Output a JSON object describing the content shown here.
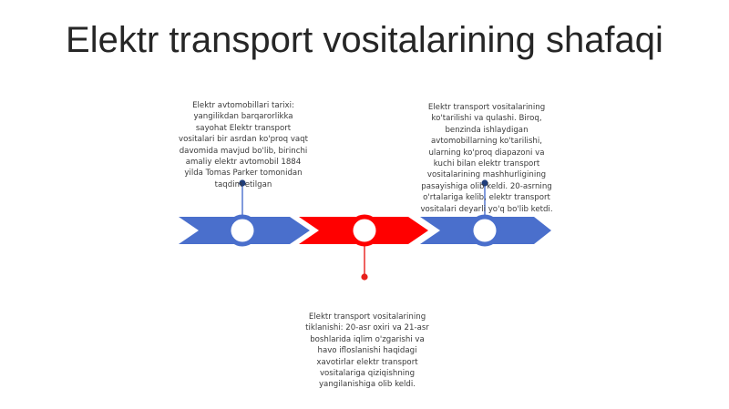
{
  "slide": {
    "title": "Elektr transport vositalarining shafaqi"
  },
  "timeline": {
    "colors": {
      "blue": "#4a6fcc",
      "red": "#ff0000",
      "ring_fill": "#ffffff",
      "connector_blue": "#1f3d7a",
      "connector_red": "#e8201c"
    },
    "milestones": [
      {
        "id": "history",
        "color": "blue",
        "position": "above",
        "text": "Elektr avtomobillari tarixi: yangilikdan barqarorlikka sayohat Elektr transport vositalari bir asrdan ko'proq vaqt davomida mavjud bo'lib, birinchi amaliy elektr avtomobil 1884 yilda Tomas Parker tomonidan taqdim etilgan"
      },
      {
        "id": "revival",
        "color": "red",
        "position": "below",
        "text": "Elektr transport vositalarining tiklanishi: 20-asr oxiri va 21-asr boshlarida iqlim o'zgarishi va havo ifloslanishi haqidagi xavotirlar elektr transport vositalariga qiziqishning yangilanishiga olib keldi."
      },
      {
        "id": "decline",
        "color": "blue",
        "position": "above",
        "text": "Elektr transport vositalarining ko'tarilishi va qulashi. Biroq, benzinda ishlaydigan avtomobillarning ko'tarilishi, ularning ko'proq diapazoni va kuchi bilan elektr transport vositalarining mashhurligining pasayishiga olib keldi. 20-asrning o'rtalariga kelib, elektr transport vositalari deyarli yo'q bo'lib ketdi."
      }
    ]
  }
}
